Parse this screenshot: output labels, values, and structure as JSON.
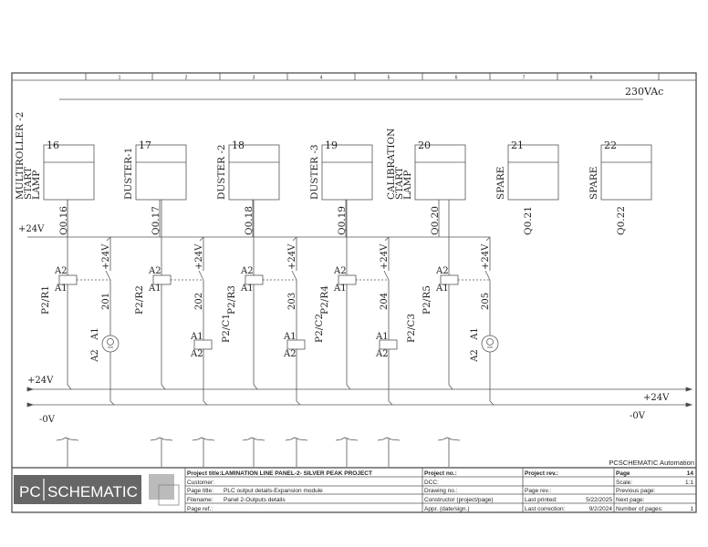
{
  "ruler": [
    "1",
    "2",
    "3",
    "4",
    "5",
    "6",
    "7",
    "8"
  ],
  "supply_label": "230VAc",
  "lamps": [
    {
      "num": "16",
      "label": [
        "MULTIROLLER -2",
        "START",
        "LAMP"
      ],
      "output": "Q0.16"
    },
    {
      "num": "17",
      "label": [
        "DUSTER-1"
      ],
      "output": "Q0.17"
    },
    {
      "num": "18",
      "label": [
        "DUSTER -2"
      ],
      "output": "Q0.18"
    },
    {
      "num": "19",
      "label": [
        "DUSTER -3"
      ],
      "output": "Q0.19"
    },
    {
      "num": "20",
      "label": [
        "CALIBRATION",
        "START",
        "LAMP"
      ],
      "output": "Q0.20"
    },
    {
      "num": "21",
      "label": [
        "SPARE"
      ],
      "output": "Q0.21"
    },
    {
      "num": "22",
      "label": [
        "SPARE"
      ],
      "output": "Q0.22"
    }
  ],
  "relays": [
    {
      "name": "P2/R1",
      "a2": "A2",
      "a1": "A1",
      "supply": "+24V",
      "wire": "201"
    },
    {
      "name": "P2/R2",
      "a2": "A2",
      "a1": "A1",
      "supply": "+24V",
      "wire": "202"
    },
    {
      "name": "P2/R3",
      "a2": "A2",
      "a1": "A1",
      "supply": "+24V",
      "wire": "203"
    },
    {
      "name": "P2/R4",
      "a2": "A2",
      "a1": "A1",
      "supply": "+24V",
      "wire": "204"
    },
    {
      "name": "P2/R5",
      "a2": "A2",
      "a1": "A1",
      "supply": "+24V",
      "wire": "205"
    }
  ],
  "indicator_lamps": [
    {
      "a1": "A1",
      "a2": "A2"
    },
    {
      "a1": "A1",
      "a2": "A2"
    }
  ],
  "contactors": [
    {
      "name": "P2/C1",
      "a1": "A1",
      "a2": "A2"
    },
    {
      "name": "P2/C2",
      "a1": "A1",
      "a2": "A2"
    },
    {
      "name": "P2/C3",
      "a1": "A1",
      "a2": "A2"
    }
  ],
  "buses": {
    "top_24v": "+24V",
    "left_24v": "+24V",
    "left_0v": "-0V",
    "right_24v": "+24V",
    "right_0v": "-0V"
  },
  "company_note": "PCSCHEMATIC Automation",
  "logo": {
    "left": "PC",
    "right": "SCHEMATIC"
  },
  "title_block": {
    "project_title": "Project title:LAMINATION LINE PANEL-2- SILVER PEAK PROJECT",
    "customer": "Customer:",
    "page_title_label": "Page title:",
    "page_title": "PLC  output details-Expansion module",
    "filename_label": "Filename:",
    "filename": "Panel 2-Outputs details",
    "page_ref": "Page ref.:",
    "project_no": "Project no.:",
    "dcc": "DCC:",
    "drawing_no": "Drawing no.:",
    "constructor": "Constructor (project/page)",
    "appr": "Appr. (date/sign.)",
    "project_rev": "Project rev.:",
    "page_rev": "Page rev.:",
    "last_printed_label": "Last printed:",
    "last_printed": "5/22/2025",
    "last_correction_label": "Last correction:",
    "last_correction": "9/2/2024",
    "page_label": "Page",
    "page": "14",
    "scale_label": "Scale:",
    "scale": "1:1",
    "previous_page": "Previous page:",
    "next_page": "Next page:",
    "number_of_pages_label": "Number of pages:",
    "number_of_pages": "1"
  }
}
